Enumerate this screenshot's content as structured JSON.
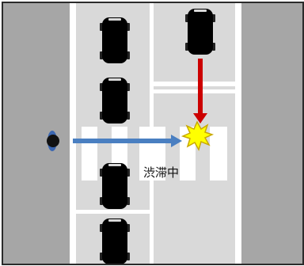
{
  "scene": {
    "congestion_label": "渋滞中",
    "colors": {
      "sidewalk": "#a6a6a6",
      "road": "#d9d9d9",
      "lane_line": "#ffffff",
      "frame": "#2b2b2b",
      "parked_car_body": "#1f3b6e",
      "parked_car_window": "#ffffff",
      "moving_car_body": "#e60012",
      "moving_car_window": "#ffffff",
      "pedestrian_path_arrow": "#4a7fc1",
      "car_path_arrow": "#cc0000",
      "collision_fill": "#ffff00",
      "collision_stroke": "#c8a800",
      "pedestrian_body": "#111111",
      "pedestrian_accent": "#3b66b0"
    }
  },
  "elements": {
    "parked_cars": [
      "queued-car-1",
      "queued-car-2",
      "queued-car-3",
      "queued-car-4"
    ],
    "moving_car": "oncoming-red-car",
    "pedestrian": "crossing-pedestrian",
    "collision_icon": "collision-burst-icon"
  }
}
